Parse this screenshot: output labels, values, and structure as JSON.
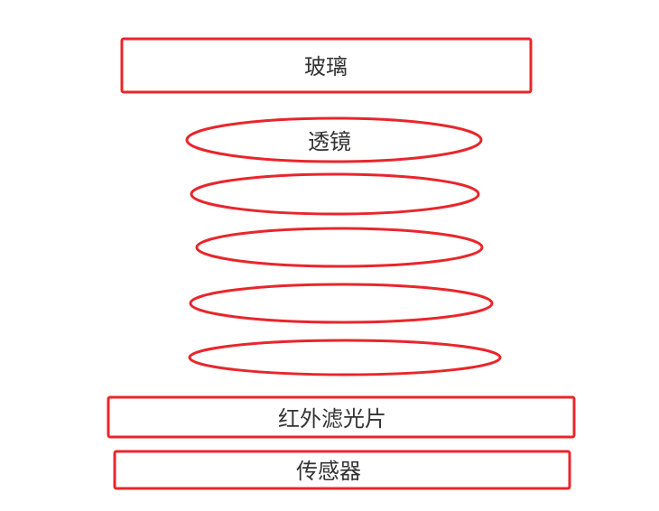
{
  "layers": {
    "glass": "玻璃",
    "lens": "透镜",
    "ir_filter": "红外滤光片",
    "sensor": "传感器"
  },
  "colors": {
    "outline": "#e8262b",
    "text": "#333333"
  }
}
